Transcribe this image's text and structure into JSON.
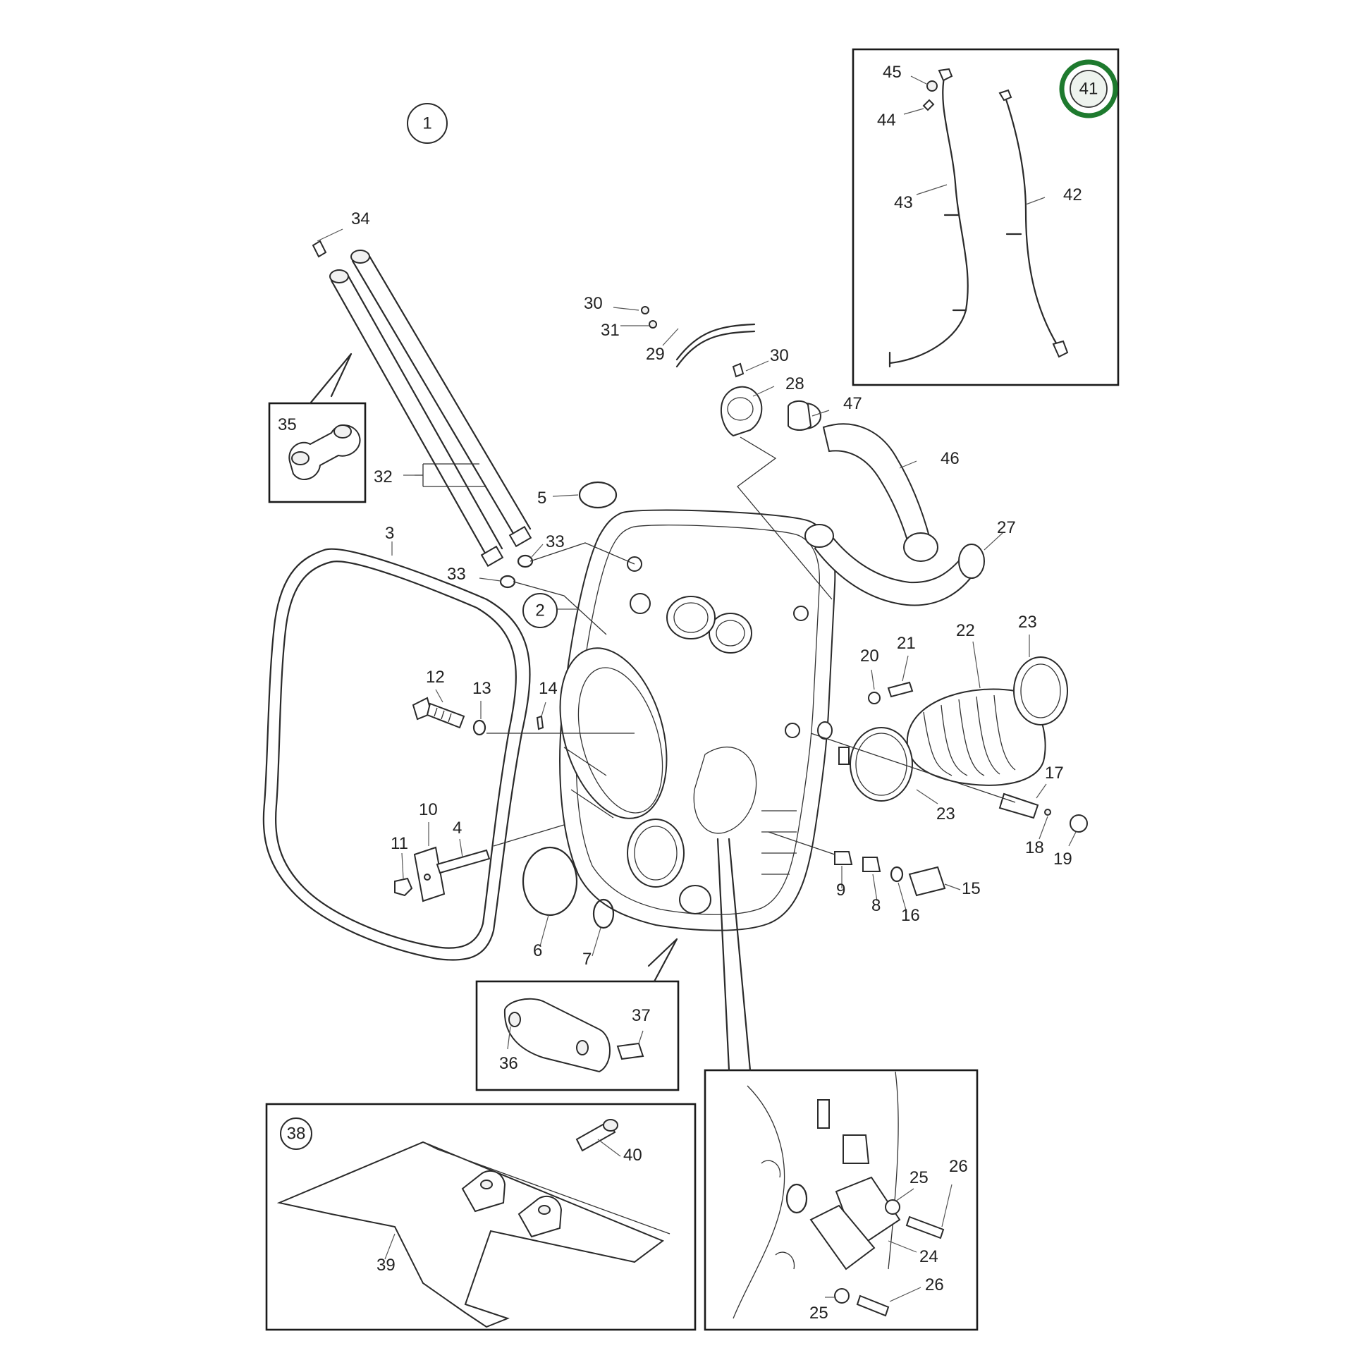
{
  "diagram": {
    "highlight_color": "#1e7a2e",
    "circled_callouts": [
      {
        "id": "c1",
        "text": "1"
      },
      {
        "id": "c2",
        "text": "2"
      },
      {
        "id": "c38",
        "text": "38"
      },
      {
        "id": "c41",
        "text": "41",
        "highlighted": true
      }
    ],
    "labels": [
      {
        "id": "l45",
        "text": "45"
      },
      {
        "id": "l44",
        "text": "44"
      },
      {
        "id": "l43",
        "text": "43"
      },
      {
        "id": "l42",
        "text": "42"
      },
      {
        "id": "l34",
        "text": "34"
      },
      {
        "id": "l30a",
        "text": "30"
      },
      {
        "id": "l31",
        "text": "31"
      },
      {
        "id": "l29",
        "text": "29"
      },
      {
        "id": "l30b",
        "text": "30"
      },
      {
        "id": "l28",
        "text": "28"
      },
      {
        "id": "l47",
        "text": "47"
      },
      {
        "id": "l46",
        "text": "46"
      },
      {
        "id": "l35",
        "text": "35"
      },
      {
        "id": "l32",
        "text": "32"
      },
      {
        "id": "l5",
        "text": "5"
      },
      {
        "id": "l33a",
        "text": "33"
      },
      {
        "id": "l33b",
        "text": "33"
      },
      {
        "id": "l3",
        "text": "3"
      },
      {
        "id": "l27",
        "text": "27"
      },
      {
        "id": "l22",
        "text": "22"
      },
      {
        "id": "l23a",
        "text": "23"
      },
      {
        "id": "l20",
        "text": "20"
      },
      {
        "id": "l21",
        "text": "21"
      },
      {
        "id": "l12",
        "text": "12"
      },
      {
        "id": "l13",
        "text": "13"
      },
      {
        "id": "l14",
        "text": "14"
      },
      {
        "id": "l17",
        "text": "17"
      },
      {
        "id": "l23b",
        "text": "23"
      },
      {
        "id": "l10",
        "text": "10"
      },
      {
        "id": "l4",
        "text": "4"
      },
      {
        "id": "l11",
        "text": "11"
      },
      {
        "id": "l18",
        "text": "18"
      },
      {
        "id": "l19",
        "text": "19"
      },
      {
        "id": "l9",
        "text": "9"
      },
      {
        "id": "l8",
        "text": "8"
      },
      {
        "id": "l15",
        "text": "15"
      },
      {
        "id": "l16",
        "text": "16"
      },
      {
        "id": "l6",
        "text": "6"
      },
      {
        "id": "l7",
        "text": "7"
      },
      {
        "id": "l37",
        "text": "37"
      },
      {
        "id": "l36",
        "text": "36"
      },
      {
        "id": "l40",
        "text": "40"
      },
      {
        "id": "l39",
        "text": "39"
      },
      {
        "id": "l25a",
        "text": "25"
      },
      {
        "id": "l26a",
        "text": "26"
      },
      {
        "id": "l24",
        "text": "24"
      },
      {
        "id": "l26b",
        "text": "26"
      },
      {
        "id": "l25b",
        "text": "25"
      }
    ]
  }
}
